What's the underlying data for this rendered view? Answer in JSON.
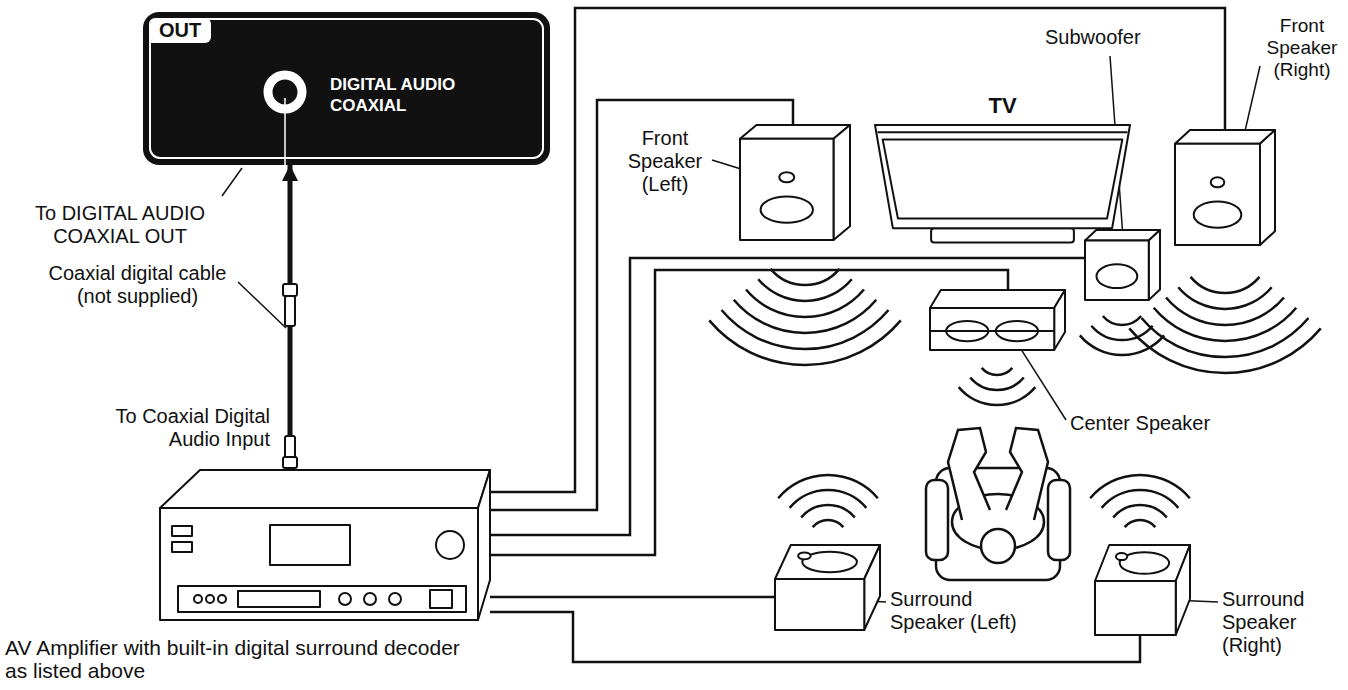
{
  "diagram": {
    "nodes": [
      {
        "text": [
          "OUT",
          "DIGITAL AUDIO COAXIAL"
        ]
      },
      {
        "text": [
          "Front Speaker (Left)"
        ]
      },
      {
        "text": [
          "TV"
        ]
      },
      {
        "text": [
          "Subwoofer"
        ]
      },
      {
        "text": [
          "Front Speaker (Right)"
        ]
      },
      {
        "text": [
          "Center Speaker"
        ]
      },
      {
        "text": [
          "AV Amplifier with built-in digital surround decoder as listed above"
        ]
      },
      {
        "text": [
          "Surround Speaker (Left)"
        ]
      },
      {
        "text": [
          "Surround Speaker (Right)"
        ]
      }
    ],
    "edges": [
      {
        "from": 6,
        "to": 0,
        "arrow": "to",
        "label": "Coaxial digital cable (not supplied)"
      },
      {
        "from": 6,
        "to": 4,
        "arrow": "none"
      },
      {
        "from": 6,
        "to": 1,
        "arrow": "none"
      },
      {
        "from": 6,
        "to": 3,
        "arrow": "none"
      },
      {
        "from": 6,
        "to": 5,
        "arrow": "none"
      },
      {
        "from": 6,
        "to": 7,
        "arrow": "none"
      },
      {
        "from": 6,
        "to": 8,
        "arrow": "none"
      }
    ],
    "labels": [
      "To DIGITAL AUDIO COAXIAL OUT",
      "To Coaxial Digital Audio Input"
    ]
  }
}
